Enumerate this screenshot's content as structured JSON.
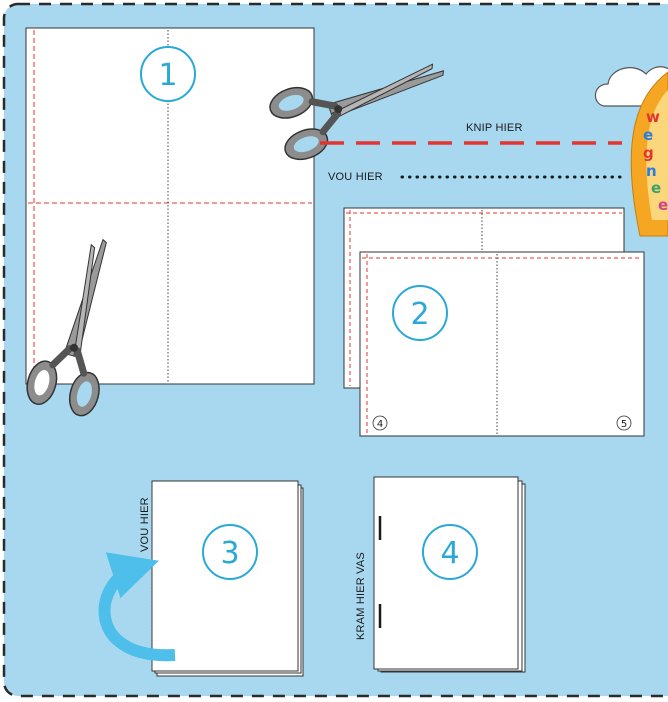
{
  "labels": {
    "knip": "KNIP HIER",
    "vou": "VOU HIER",
    "vou_vertical": "VOU HIER",
    "kram": "KRAM HIER VAS"
  },
  "steps": {
    "one": "1",
    "two": "2",
    "three": "3",
    "four": "4"
  },
  "page_numbers": {
    "left": "4",
    "right": "5"
  },
  "brand": {
    "letters": [
      "w",
      "e",
      "g",
      "n",
      "e",
      "e"
    ],
    "letter_colors": [
      "#e3342f",
      "#2a7de1",
      "#e3342f",
      "#2a7de1",
      "#38a169",
      "#d53f8c"
    ]
  },
  "colors": {
    "background": "#a7d8f0",
    "border": "#2b2b2b",
    "cut_line": "#e3342f",
    "step_circle": "#2aa8d8",
    "arrow": "#4dbfea"
  }
}
